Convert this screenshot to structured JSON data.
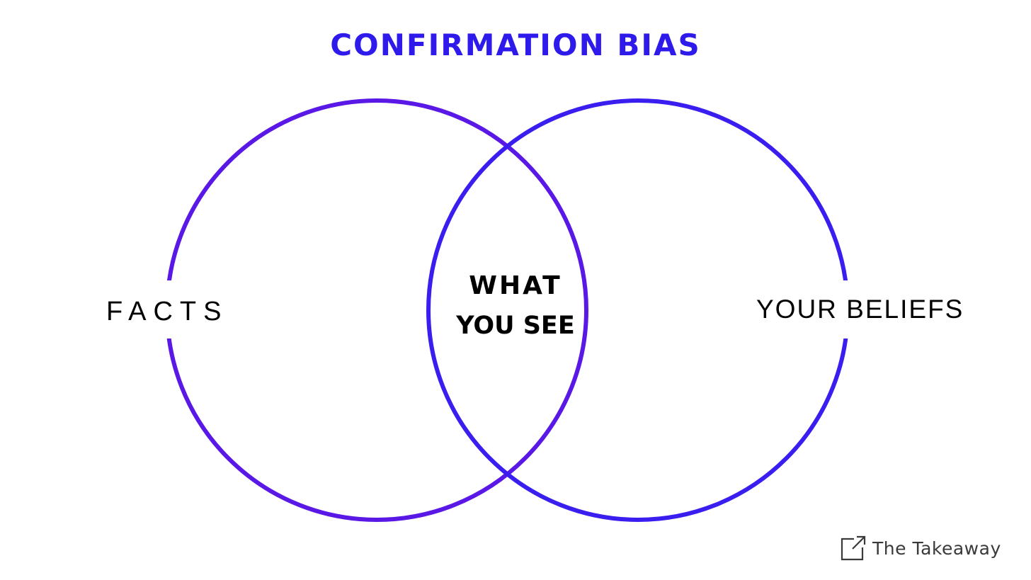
{
  "title": "CONFIRMATION BIAS",
  "colors": {
    "accent": "#2f1aec",
    "circle_left_stroke": "#5a18e6",
    "circle_right_stroke": "#3a1ef0",
    "text": "#000000",
    "brand_text": "#3a3a3a"
  },
  "venn": {
    "left_set": "FACTS",
    "right_set": "YOUR BELIEFS",
    "intersection": {
      "line1": "WHAT",
      "line2": "YOU SEE"
    }
  },
  "brand": {
    "icon": "external-link-square-icon",
    "name": "The Takeaway"
  }
}
